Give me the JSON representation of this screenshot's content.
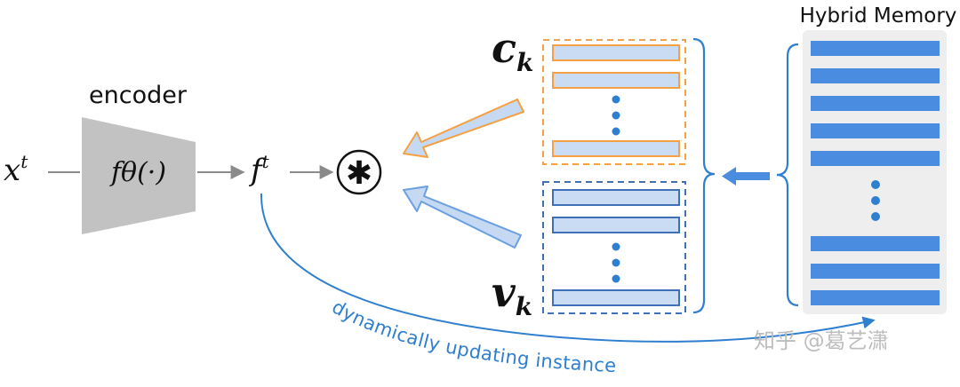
{
  "encoder": {
    "title": "encoder",
    "function": "fθ(·)",
    "color": "#c2c2c2"
  },
  "input_label": "x",
  "input_sup": "t",
  "feature_label": "f",
  "feature_sup": "t",
  "operator_symbol": "✱",
  "centroid_label": "c",
  "centroid_sub": "k",
  "instance_label": "v",
  "instance_sub": "k",
  "memory": {
    "title": "Hybrid Memory",
    "bar_color": "#4a8de0",
    "panel_color": "#eeeeee"
  },
  "curve_label": "dynamically updating instance",
  "colors": {
    "centroid_border": "#f5a043",
    "instance_border": "#3f6fb6",
    "bar_fill": "#c9dcf4",
    "arrow_fill": "#c5d9f2",
    "curve": "#2f7fd0",
    "dot": "#2f7fd0"
  },
  "watermark": "知乎 @葛艺潇"
}
